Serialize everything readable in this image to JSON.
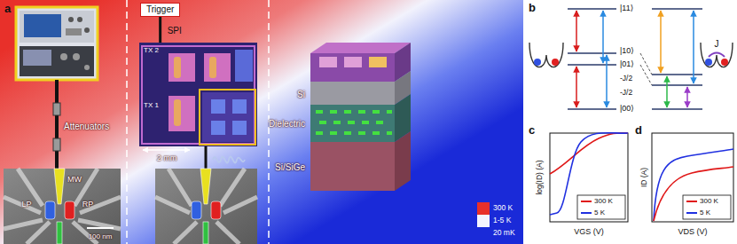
{
  "diagram": {
    "nodes": [
      {
        "text": [
          "Trigger"
        ]
      },
      {
        "text": [
          "TX 2",
          "TX 1"
        ]
      }
    ],
    "edges": [
      {
        "from": 0,
        "to": 1,
        "arrow": "none",
        "label": "SPI"
      }
    ],
    "labels": [
      "a",
      "Attenuators",
      "LP",
      "MW",
      "RP",
      "100 nm",
      "2 mm",
      "Si",
      "Dielectric",
      "Si/SiGe",
      "b",
      "|11⟩",
      "|10⟩",
      "|01⟩",
      "|00⟩",
      "-J/2",
      "-J/2",
      "J",
      "c",
      "log(ID) (A)",
      "VGS (V)",
      "d",
      "ID (A)",
      "VDS (V)"
    ],
    "legend": [
      {
        "text": "300 K",
        "color": "#e8302a"
      },
      {
        "text": "1-5 K",
        "color": "#f4f4ff"
      },
      {
        "text": "20 mK",
        "color": "#1a2ad8"
      },
      {
        "text": "300 K"
      },
      {
        "text": "5 K"
      },
      {
        "text": "300 K"
      },
      {
        "text": "5 K"
      }
    ]
  }
}
